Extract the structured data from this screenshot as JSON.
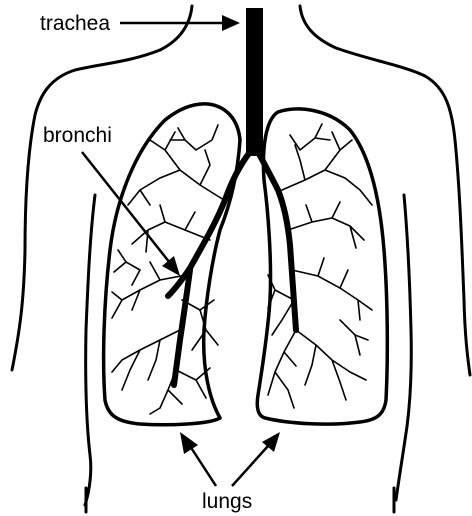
{
  "labels": {
    "trachea": "trachea",
    "bronchi": "bronchi",
    "lungs": "lungs"
  },
  "colors": {
    "ink": "#000000",
    "background": "#ffffff"
  }
}
